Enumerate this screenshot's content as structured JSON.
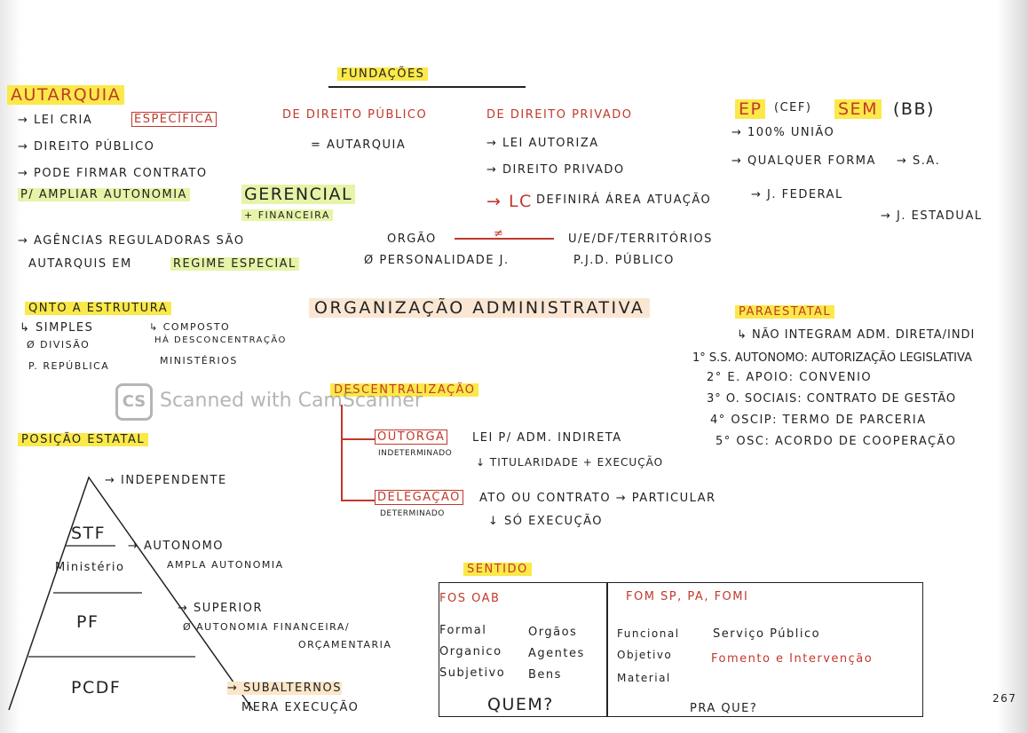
{
  "autarquia": {
    "title": "Autarquia",
    "items": [
      "→ Lei cria",
      "Específica",
      "→ Direito Público",
      "→ Pode firmar contrato",
      "p/ ampliar autonomia",
      "gerencial",
      "+ financeira",
      "→ Agências Reguladoras são",
      "Autarquis em",
      "regime especial"
    ]
  },
  "fundacoes": {
    "title": "Fundações",
    "publico": {
      "title": "De Direito Público",
      "items": [
        "= Autarquia"
      ]
    },
    "privado": {
      "title": "De Direito Privado",
      "items": [
        "→ Lei autoriza",
        "→ Direito Privado",
        "→ LC",
        "definirá área atuação"
      ]
    },
    "orgao": "Orgão",
    "neq": "≠",
    "orgao_note": "Ø personalidade J.",
    "entes": "U/E/DF/Territórios",
    "entes_note": "P.J.D. Público"
  },
  "empresas": {
    "ep": "EP",
    "ep_note": "(CEF)",
    "sem": "SEM",
    "sem_note": "(BB)",
    "items": [
      "→ 100% União",
      "→ Qualquer forma",
      "→ S.A.",
      "→ J. Federal",
      "→ J. Estadual"
    ]
  },
  "estrutura": {
    "title": "Qnto a estrutura",
    "simples": "↳ Simples",
    "simples_items": [
      "Ø Divisão",
      "P. República"
    ],
    "composto": "↳ Composto",
    "composto_items": [
      "Há desconcentração",
      "Ministérios"
    ]
  },
  "main_title": "Organização Administrativa",
  "paraestatal": {
    "title": "Paraestatal",
    "note": "↳ Não integram Adm. Direta/Indi",
    "items": [
      "1° S.S. Autonomo: Autorização legislativa",
      "2° E. Apoio: Convenio",
      "3° O. Sociais: Contrato de gestão",
      "4° OSCIP: Termo de Parceria",
      "5° OSC: Acordo de Cooperação"
    ]
  },
  "descentralizacao": {
    "title": "Descentralização",
    "outorga": "Outorga",
    "outorga_sub": "Indeterminado",
    "outorga_text": "Lei p/ Adm. Indireta",
    "outorga_text2": "↓ Titularidade + Execução",
    "delegacao": "Delegação",
    "delegacao_sub": "Determinado",
    "delegacao_text": "Ato ou Contrato → Particular",
    "delegacao_text2": "↓ Só execução"
  },
  "posicao": {
    "title": "Posição Estatal",
    "levels": [
      "STF",
      "Ministério",
      "PF",
      "PCDF"
    ],
    "labels": [
      "→ Independente",
      "→ Autonomo",
      "Ampla autonomia",
      "→ Superior",
      "Ø Autonomia financeira/",
      "orçamentaria",
      "→ Subalternos",
      "mera execução"
    ]
  },
  "sentido": {
    "title": "Sentido",
    "left_title": "FOS OAB",
    "left_rows": [
      [
        "Formal",
        "Orgãos"
      ],
      [
        "Organico",
        "Agentes"
      ],
      [
        "Subjetivo",
        "Bens"
      ]
    ],
    "left_footer": "Quem?",
    "right_title": "FOM SP, PA, FOMI",
    "right_col1": [
      "Funcional",
      "Objetivo",
      "Material"
    ],
    "right_col2": [
      "Serviço Público",
      "Fomento e Intervenção"
    ],
    "right_footer": "Pra que?"
  },
  "page_number": "267",
  "watermark": {
    "logo": "CS",
    "text": "Scanned with CamScanner"
  }
}
